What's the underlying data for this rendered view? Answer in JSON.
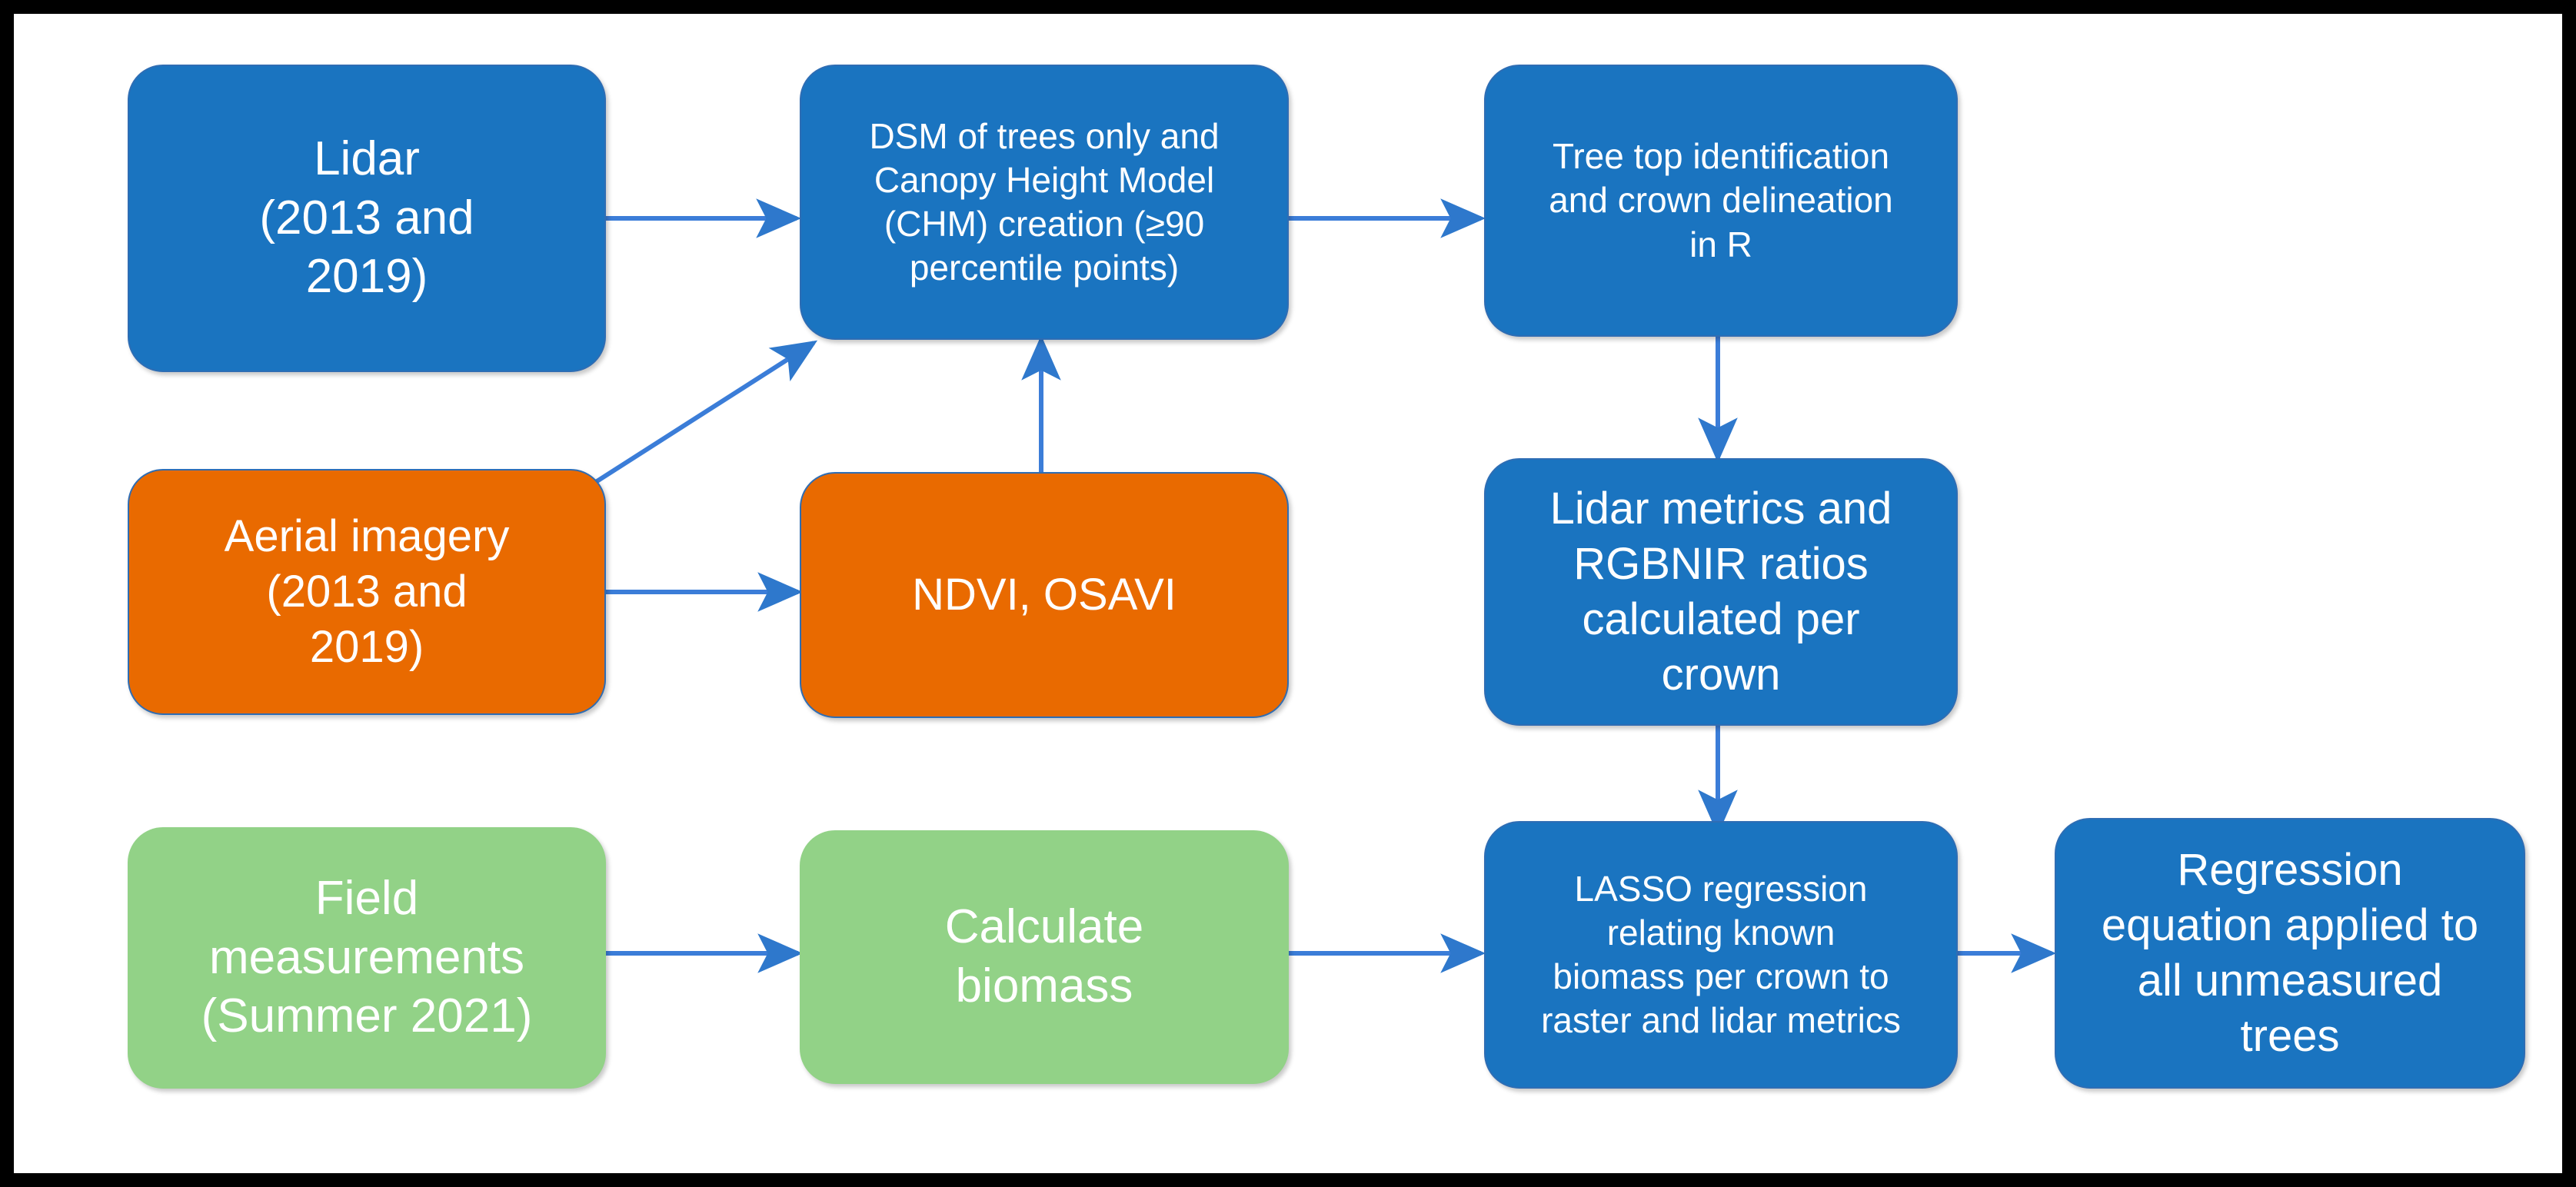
{
  "diagram": {
    "title": "Biomass estimation workflow flowchart",
    "frame_border_color": "#000000",
    "background": "#ffffff",
    "palette": {
      "blue": "#1A74C0",
      "orange": "#E96A00",
      "green": "#92D287",
      "arrow": "#3B7DD8",
      "node_text": "#FFFFFF"
    },
    "nodes": [
      {
        "id": "lidar",
        "label": "Lidar\n(2013 and\n2019)",
        "color": "blue",
        "row": 1,
        "col": 1
      },
      {
        "id": "dsm_chm",
        "label": "DSM of trees only and\nCanopy Height Model\n(CHM) creation (≥90\npercentile points)",
        "color": "blue",
        "row": 1,
        "col": 2
      },
      {
        "id": "treetop",
        "label": "Tree top identification\nand crown delineation\nin R",
        "color": "blue",
        "row": 1,
        "col": 3
      },
      {
        "id": "aerial",
        "label": "Aerial imagery\n(2013 and\n2019)",
        "color": "orange",
        "row": 2,
        "col": 1
      },
      {
        "id": "ndvi_osavi",
        "label": "NDVI, OSAVI",
        "color": "orange",
        "row": 2,
        "col": 2
      },
      {
        "id": "lidar_metrics",
        "label": "Lidar metrics and\nRGBNIR ratios\ncalculated per\ncrown",
        "color": "blue",
        "row": 2,
        "col": 3
      },
      {
        "id": "field_meas",
        "label": "Field\nmeasurements\n(Summer 2021)",
        "color": "green",
        "row": 3,
        "col": 1
      },
      {
        "id": "calc_biomass",
        "label": "Calculate\nbiomass",
        "color": "green",
        "row": 3,
        "col": 2
      },
      {
        "id": "lasso",
        "label": "LASSO regression\nrelating known\nbiomass per crown to\nraster and lidar metrics",
        "color": "blue",
        "row": 3,
        "col": 3
      },
      {
        "id": "regression_apply",
        "label": "Regression\nequation applied to\nall unmeasured\ntrees",
        "color": "blue",
        "row": 3,
        "col": 4
      }
    ],
    "edges": [
      {
        "id": "e1",
        "from": "lidar",
        "to": "dsm_chm",
        "kind": "horizontal"
      },
      {
        "id": "e2",
        "from": "dsm_chm",
        "to": "treetop",
        "kind": "horizontal"
      },
      {
        "id": "e3",
        "from": "aerial",
        "to": "dsm_chm",
        "kind": "diagonal"
      },
      {
        "id": "e4",
        "from": "ndvi_osavi",
        "to": "dsm_chm",
        "kind": "vertical-up"
      },
      {
        "id": "e5",
        "from": "aerial",
        "to": "ndvi_osavi",
        "kind": "horizontal"
      },
      {
        "id": "e6",
        "from": "treetop",
        "to": "lidar_metrics",
        "kind": "vertical-down"
      },
      {
        "id": "e7",
        "from": "lidar_metrics",
        "to": "lasso",
        "kind": "vertical-down"
      },
      {
        "id": "e8",
        "from": "field_meas",
        "to": "calc_biomass",
        "kind": "horizontal"
      },
      {
        "id": "e9",
        "from": "calc_biomass",
        "to": "lasso",
        "kind": "horizontal"
      },
      {
        "id": "e10",
        "from": "lasso",
        "to": "regression_apply",
        "kind": "horizontal"
      }
    ]
  }
}
